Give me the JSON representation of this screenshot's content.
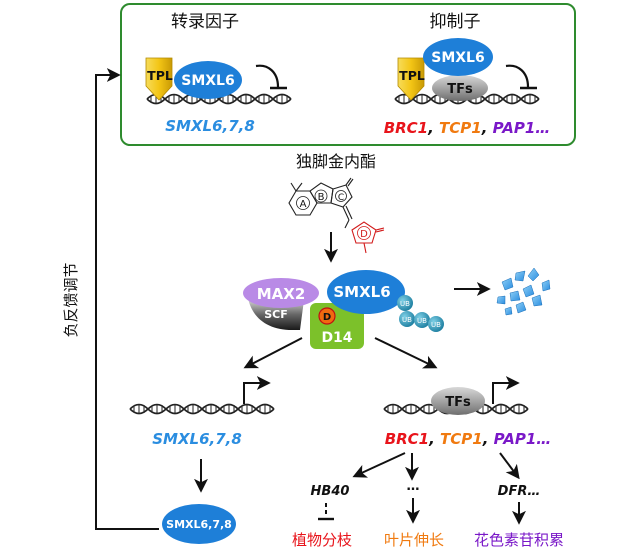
{
  "top_panel": {
    "left_title": "转录因子",
    "right_title": "抑制子",
    "left_gene_label": "SMXL6,7,8",
    "right_genes": [
      {
        "text": "BRC1",
        "color": "#e8141b"
      },
      {
        "text": ", ",
        "color": "#111111"
      },
      {
        "text": "TCP1",
        "color": "#f07a10"
      },
      {
        "text": ", ",
        "color": "#111111"
      },
      {
        "text": "PAP1…",
        "color": "#7a18c8"
      }
    ],
    "tpl_label": "TPL",
    "smxl6_label": "SMXL6",
    "tfs_label": "TFs"
  },
  "strigolactone": {
    "title": "独脚金内酯",
    "ring_a": "A",
    "ring_b": "B",
    "ring_c": "C",
    "ring_d": "D"
  },
  "complex": {
    "max2_label": "MAX2",
    "smxl6_label": "SMXL6",
    "scf_label": "SCF",
    "d14_label": "D14",
    "d_label": "D",
    "ub_labels": [
      "UB",
      "UB",
      "UB",
      "UB"
    ]
  },
  "feedback_label": "负反馈调节",
  "lower_left": {
    "gene_label": "SMXL6,7,8",
    "protein_label": "SMXL6,7,8"
  },
  "lower_right": {
    "tfs_label": "TFs",
    "genes": [
      {
        "text": "BRC1",
        "color": "#e8141b"
      },
      {
        "text": ", ",
        "color": "#111111"
      },
      {
        "text": "TCP1",
        "color": "#f07a10"
      },
      {
        "text": ", ",
        "color": "#111111"
      },
      {
        "text": "PAP1…",
        "color": "#7a18c8"
      }
    ],
    "targets": [
      "HB40",
      "…",
      "DFR…"
    ],
    "outcomes": [
      {
        "text": "植物分枝",
        "color": "#e8141b"
      },
      {
        "text": "叶片伸长",
        "color": "#f07a10"
      },
      {
        "text": "花色素苷积累",
        "color": "#7a18c8"
      }
    ]
  },
  "colors": {
    "box_border": "#2e8b2e",
    "smxl6_blue": "#1e7fd8",
    "gene_blue": "#2a8de0",
    "tpl_yellow": "#f3c515",
    "max2_purple": "#b98ae6",
    "d14_green": "#7cc12a",
    "tfs_gray": "#9a9a9a",
    "ub_teal": "#2a9ab8",
    "d_red": "#d21b1b"
  }
}
